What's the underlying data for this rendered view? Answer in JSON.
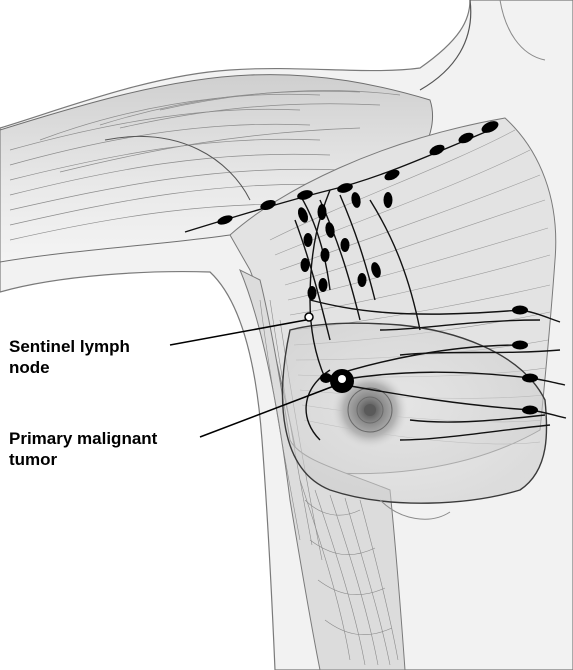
{
  "labels": {
    "sentinel": {
      "line1": "Sentinel lymph",
      "line2": "node"
    },
    "tumor": {
      "line1": "Primary malignant",
      "line2": "tumor"
    }
  },
  "colors": {
    "background": "#ffffff",
    "skin": "#f1f1f1",
    "muscle": "#dcdcdc",
    "muscle_fiber": "#9a9a9a",
    "outline": "#6f6f6f",
    "lymph": "#000000",
    "tumor": "#7a7a7a"
  }
}
